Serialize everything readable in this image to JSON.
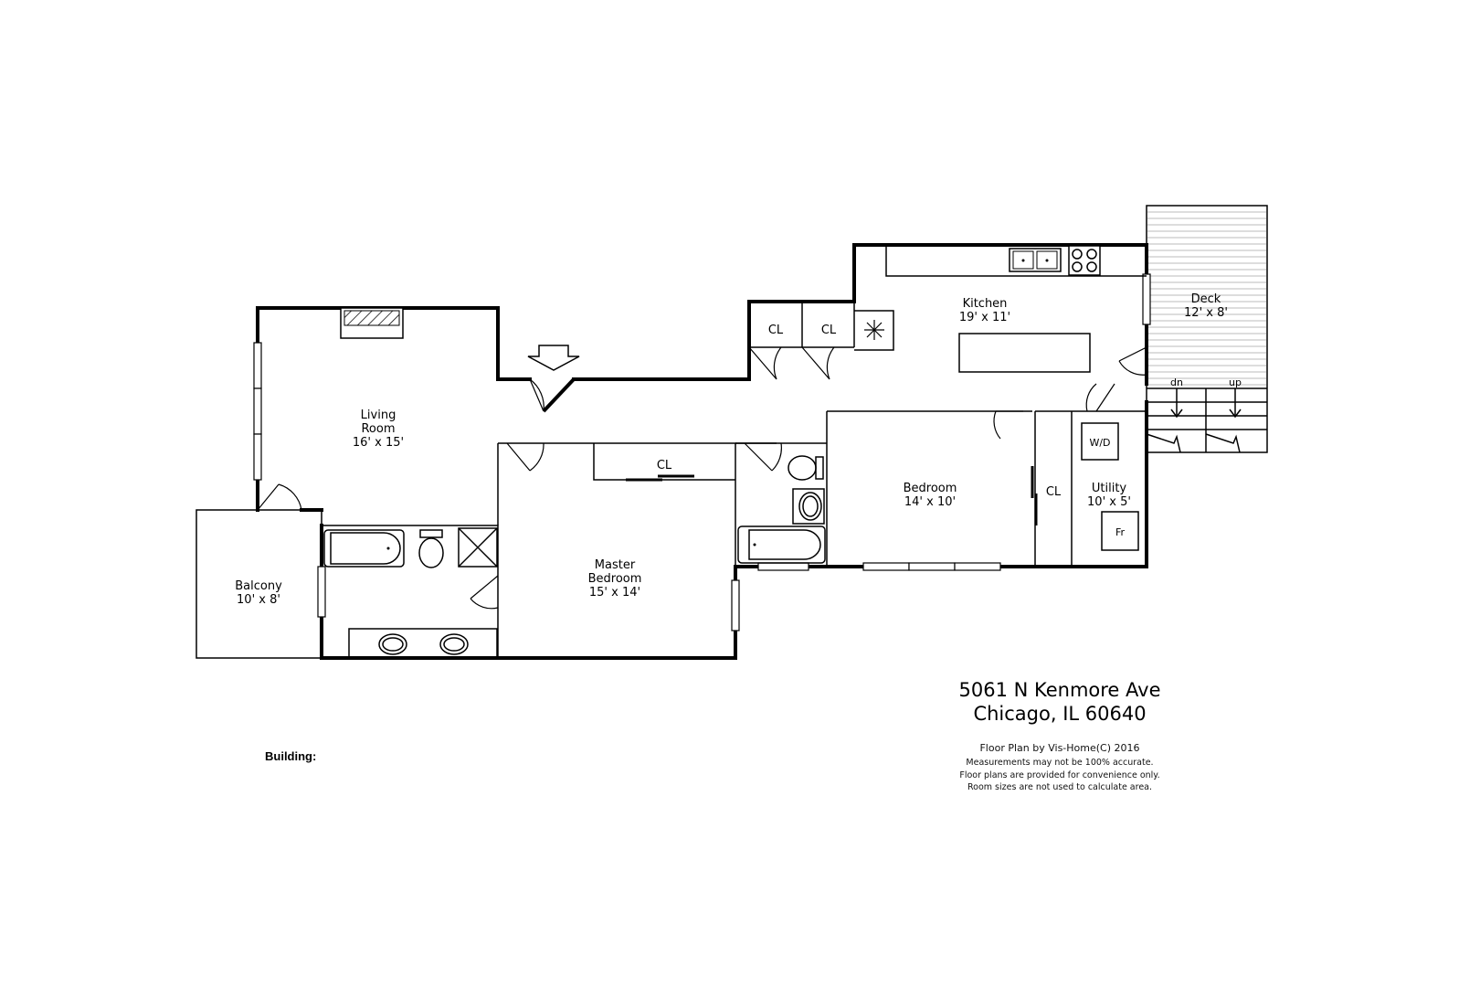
{
  "rooms": {
    "living": {
      "name": "Living",
      "name2": "Room",
      "dims": "16' x 15'"
    },
    "kitchen": {
      "name": "Kitchen",
      "dims": "19' x 11'"
    },
    "deck": {
      "name": "Deck",
      "dims": "12' x 8'"
    },
    "bedroom": {
      "name": "Bedroom",
      "dims": "14' x 10'"
    },
    "utility": {
      "name": "Utility",
      "dims": "10' x 5'"
    },
    "master": {
      "name": "Master",
      "name2": "Bedroom",
      "dims": "15' x 14'"
    },
    "balcony": {
      "name": "Balcony",
      "dims": "10' x 8'"
    }
  },
  "labels": {
    "closet": "CL",
    "washer_dryer": "W/D",
    "fridge": "Fr",
    "stairs_down": "dn",
    "stairs_up": "up"
  },
  "address": {
    "line1": "5061 N Kenmore Ave",
    "line2": "Chicago, IL 60640"
  },
  "credits": {
    "line1": "Floor Plan by Vis-Home(C) 2016",
    "line2": "Measurements may not be 100% accurate.",
    "line3": "Floor plans are provided for convenience only.",
    "line4": "Room sizes are not used to calculate area."
  },
  "building_label": "Building:"
}
